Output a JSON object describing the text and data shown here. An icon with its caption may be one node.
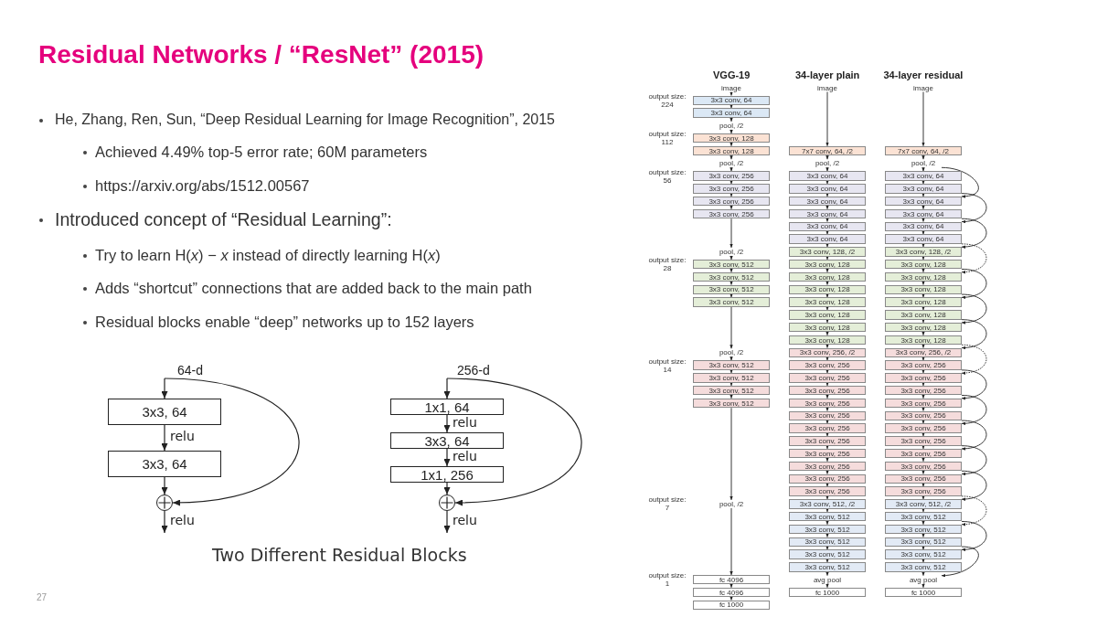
{
  "diagram": {
    "title": "Residual Networks / “ResNet” (2015)",
    "caption": "Two Different Residual Blocks",
    "nodes": [
      {
        "text": [
          "64-d"
        ]
      },
      {
        "text": [
          "3x3, 64"
        ]
      },
      {
        "text": [
          "3x3, 64"
        ]
      },
      {
        "text": [],
        "shape": "circle"
      },
      {
        "text": [
          "256-d"
        ]
      },
      {
        "text": [
          "1x1, 64"
        ]
      },
      {
        "text": [
          "3x3, 64"
        ]
      },
      {
        "text": [
          "1x1, 256"
        ]
      },
      {
        "text": [],
        "shape": "circle"
      },
      {
        "text": [
          "image"
        ]
      },
      {
        "text": [
          "3x3 conv, 64"
        ]
      },
      {
        "text": [
          "3x3 conv, 64"
        ]
      },
      {
        "text": [
          "pool, /2"
        ]
      },
      {
        "text": [
          "3x3 conv, 128"
        ]
      },
      {
        "text": [
          "3x3 conv, 128"
        ]
      },
      {
        "text": [
          "pool, /2"
        ]
      },
      {
        "text": [
          "3x3 conv, 256"
        ]
      },
      {
        "text": [
          "3x3 conv, 256"
        ]
      },
      {
        "text": [
          "3x3 conv, 256"
        ]
      },
      {
        "text": [
          "3x3 conv, 256"
        ]
      },
      {
        "text": [
          "pool, /2"
        ]
      },
      {
        "text": [
          "3x3 conv, 512"
        ]
      },
      {
        "text": [
          "3x3 conv, 512"
        ]
      },
      {
        "text": [
          "3x3 conv, 512"
        ]
      },
      {
        "text": [
          "3x3 conv, 512"
        ]
      },
      {
        "text": [
          "pool, /2"
        ]
      },
      {
        "text": [
          "3x3 conv, 512"
        ]
      },
      {
        "text": [
          "3x3 conv, 512"
        ]
      },
      {
        "text": [
          "3x3 conv, 512"
        ]
      },
      {
        "text": [
          "3x3 conv, 512"
        ]
      },
      {
        "text": [
          "pool, /2"
        ]
      },
      {
        "text": [
          "fc 4096"
        ]
      },
      {
        "text": [
          "fc 4096"
        ]
      },
      {
        "text": [
          "fc 1000"
        ]
      },
      {
        "text": [
          "image"
        ]
      },
      {
        "text": [
          "7x7 conv, 64, /2"
        ]
      },
      {
        "text": [
          "pool, /2"
        ]
      },
      {
        "text": [
          "3x3 conv, 64"
        ]
      },
      {
        "text": [
          "3x3 conv, 64"
        ]
      },
      {
        "text": [
          "3x3 conv, 64"
        ]
      },
      {
        "text": [
          "3x3 conv, 64"
        ]
      },
      {
        "text": [
          "3x3 conv, 64"
        ]
      },
      {
        "text": [
          "3x3 conv, 64"
        ]
      },
      {
        "text": [
          "3x3 conv, 128, /2"
        ]
      },
      {
        "text": [
          "3x3 conv, 128"
        ]
      },
      {
        "text": [
          "3x3 conv, 128"
        ]
      },
      {
        "text": [
          "3x3 conv, 128"
        ]
      },
      {
        "text": [
          "3x3 conv, 128"
        ]
      },
      {
        "text": [
          "3x3 conv, 128"
        ]
      },
      {
        "text": [
          "3x3 conv, 128"
        ]
      },
      {
        "text": [
          "3x3 conv, 128"
        ]
      },
      {
        "text": [
          "3x3 conv, 256, /2"
        ]
      },
      {
        "text": [
          "3x3 conv, 256"
        ]
      },
      {
        "text": [
          "3x3 conv, 256"
        ]
      },
      {
        "text": [
          "3x3 conv, 256"
        ]
      },
      {
        "text": [
          "3x3 conv, 256"
        ]
      },
      {
        "text": [
          "3x3 conv, 256"
        ]
      },
      {
        "text": [
          "3x3 conv, 256"
        ]
      },
      {
        "text": [
          "3x3 conv, 256"
        ]
      },
      {
        "text": [
          "3x3 conv, 256"
        ]
      },
      {
        "text": [
          "3x3 conv, 256"
        ]
      },
      {
        "text": [
          "3x3 conv, 256"
        ]
      },
      {
        "text": [
          "3x3 conv, 256"
        ]
      },
      {
        "text": [
          "3x3 conv, 512, /2"
        ]
      },
      {
        "text": [
          "3x3 conv, 512"
        ]
      },
      {
        "text": [
          "3x3 conv, 512"
        ]
      },
      {
        "text": [
          "3x3 conv, 512"
        ]
      },
      {
        "text": [
          "3x3 conv, 512"
        ]
      },
      {
        "text": [
          "3x3 conv, 512"
        ]
      },
      {
        "text": [
          "avg pool"
        ]
      },
      {
        "text": [
          "fc 1000"
        ]
      },
      {
        "text": [
          "image"
        ]
      },
      {
        "text": [
          "7x7 conv, 64, /2"
        ]
      },
      {
        "text": [
          "pool, /2"
        ]
      },
      {
        "text": [
          "3x3 conv, 64"
        ]
      },
      {
        "text": [
          "3x3 conv, 64"
        ]
      },
      {
        "text": [
          "3x3 conv, 64"
        ]
      },
      {
        "text": [
          "3x3 conv, 64"
        ]
      },
      {
        "text": [
          "3x3 conv, 64"
        ]
      },
      {
        "text": [
          "3x3 conv, 64"
        ]
      },
      {
        "text": [
          "3x3 conv, 128, /2"
        ]
      },
      {
        "text": [
          "3x3 conv, 128"
        ]
      },
      {
        "text": [
          "3x3 conv, 128"
        ]
      },
      {
        "text": [
          "3x3 conv, 128"
        ]
      },
      {
        "text": [
          "3x3 conv, 128"
        ]
      },
      {
        "text": [
          "3x3 conv, 128"
        ]
      },
      {
        "text": [
          "3x3 conv, 128"
        ]
      },
      {
        "text": [
          "3x3 conv, 128"
        ]
      },
      {
        "text": [
          "3x3 conv, 256, /2"
        ]
      },
      {
        "text": [
          "3x3 conv, 256"
        ]
      },
      {
        "text": [
          "3x3 conv, 256"
        ]
      },
      {
        "text": [
          "3x3 conv, 256"
        ]
      },
      {
        "text": [
          "3x3 conv, 256"
        ]
      },
      {
        "text": [
          "3x3 conv, 256"
        ]
      },
      {
        "text": [
          "3x3 conv, 256"
        ]
      },
      {
        "text": [
          "3x3 conv, 256"
        ]
      },
      {
        "text": [
          "3x3 conv, 256"
        ]
      },
      {
        "text": [
          "3x3 conv, 256"
        ]
      },
      {
        "text": [
          "3x3 conv, 256"
        ]
      },
      {
        "text": [
          "3x3 conv, 256"
        ]
      },
      {
        "text": [
          "3x3 conv, 512, /2"
        ]
      },
      {
        "text": [
          "3x3 conv, 512"
        ]
      },
      {
        "text": [
          "3x3 conv, 512"
        ]
      },
      {
        "text": [
          "3x3 conv, 512"
        ]
      },
      {
        "text": [
          "3x3 conv, 512"
        ]
      },
      {
        "text": [
          "3x3 conv, 512"
        ]
      },
      {
        "text": [
          "avg pool"
        ]
      },
      {
        "text": [
          "fc 1000"
        ]
      }
    ],
    "edges": [
      {
        "from": 0,
        "to": 1,
        "arrow": "to"
      },
      {
        "from": 1,
        "to": 2,
        "arrow": "to",
        "label": "relu"
      },
      {
        "from": 2,
        "to": 3,
        "arrow": "to"
      },
      {
        "from": 0,
        "to": 3,
        "arrow": "to"
      },
      {
        "from": 3,
        "to": null,
        "arrow": "to",
        "label": "relu"
      },
      {
        "from": 4,
        "to": 5,
        "arrow": "to"
      },
      {
        "from": 5,
        "to": 6,
        "arrow": "to",
        "label": "relu"
      },
      {
        "from": 6,
        "to": 7,
        "arrow": "to",
        "label": "relu"
      },
      {
        "from": 7,
        "to": 8,
        "arrow": "to"
      },
      {
        "from": 4,
        "to": 8,
        "arrow": "to"
      },
      {
        "from": 8,
        "to": null,
        "arrow": "to",
        "label": "relu"
      },
      {
        "from": 9,
        "to": 10,
        "arrow": "to"
      },
      {
        "from": 10,
        "to": 11,
        "arrow": "to"
      },
      {
        "from": 11,
        "to": 12,
        "arrow": "to"
      },
      {
        "from": 12,
        "to": 13,
        "arrow": "to"
      },
      {
        "from": 13,
        "to": 14,
        "arrow": "to"
      },
      {
        "from": 14,
        "to": 15,
        "arrow": "to"
      },
      {
        "from": 15,
        "to": 16,
        "arrow": "to"
      },
      {
        "from": 16,
        "to": 17,
        "arrow": "to"
      },
      {
        "from": 17,
        "to": 18,
        "arrow": "to"
      },
      {
        "from": 18,
        "to": 19,
        "arrow": "to"
      },
      {
        "from": 19,
        "to": 20,
        "arrow": "to"
      },
      {
        "from": 20,
        "to": 21,
        "arrow": "to"
      },
      {
        "from": 21,
        "to": 22,
        "arrow": "to"
      },
      {
        "from": 22,
        "to": 23,
        "arrow": "to"
      },
      {
        "from": 23,
        "to": 24,
        "arrow": "to"
      },
      {
        "from": 24,
        "to": 25,
        "arrow": "to"
      },
      {
        "from": 25,
        "to": 26,
        "arrow": "to"
      },
      {
        "from": 26,
        "to": 27,
        "arrow": "to"
      },
      {
        "from": 27,
        "to": 28,
        "arrow": "to"
      },
      {
        "from": 28,
        "to": 29,
        "arrow": "to"
      },
      {
        "from": 29,
        "to": 30,
        "arrow": "to"
      },
      {
        "from": 30,
        "to": 31,
        "arrow": "to"
      },
      {
        "from": 31,
        "to": 32,
        "arrow": "to"
      },
      {
        "from": 32,
        "to": 33,
        "arrow": "to"
      },
      {
        "from": 34,
        "to": 35,
        "arrow": "to"
      },
      {
        "from": 35,
        "to": 36,
        "arrow": "to"
      },
      {
        "from": 36,
        "to": 37,
        "arrow": "to"
      },
      {
        "from": 37,
        "to": 38,
        "arrow": "to"
      },
      {
        "from": 38,
        "to": 39,
        "arrow": "to"
      },
      {
        "from": 39,
        "to": 40,
        "arrow": "to"
      },
      {
        "from": 40,
        "to": 41,
        "arrow": "to"
      },
      {
        "from": 41,
        "to": 42,
        "arrow": "to"
      },
      {
        "from": 42,
        "to": 43,
        "arrow": "to"
      },
      {
        "from": 43,
        "to": 44,
        "arrow": "to"
      },
      {
        "from": 44,
        "to": 45,
        "arrow": "to"
      },
      {
        "from": 45,
        "to": 46,
        "arrow": "to"
      },
      {
        "from": 46,
        "to": 47,
        "arrow": "to"
      },
      {
        "from": 47,
        "to": 48,
        "arrow": "to"
      },
      {
        "from": 48,
        "to": 49,
        "arrow": "to"
      },
      {
        "from": 49,
        "to": 50,
        "arrow": "to"
      },
      {
        "from": 50,
        "to": 51,
        "arrow": "to"
      },
      {
        "from": 51,
        "to": 52,
        "arrow": "to"
      },
      {
        "from": 52,
        "to": 53,
        "arrow": "to"
      },
      {
        "from": 53,
        "to": 54,
        "arrow": "to"
      },
      {
        "from": 54,
        "to": 55,
        "arrow": "to"
      },
      {
        "from": 55,
        "to": 56,
        "arrow": "to"
      },
      {
        "from": 56,
        "to": 57,
        "arrow": "to"
      },
      {
        "from": 57,
        "to": 58,
        "arrow": "to"
      },
      {
        "from": 58,
        "to": 59,
        "arrow": "to"
      },
      {
        "from": 59,
        "to": 60,
        "arrow": "to"
      },
      {
        "from": 60,
        "to": 61,
        "arrow": "to"
      },
      {
        "from": 61,
        "to": 62,
        "arrow": "to"
      },
      {
        "from": 62,
        "to": 63,
        "arrow": "to"
      },
      {
        "from": 63,
        "to": 64,
        "arrow": "to"
      },
      {
        "from": 64,
        "to": 65,
        "arrow": "to"
      },
      {
        "from": 65,
        "to": 66,
        "arrow": "to"
      },
      {
        "from": 66,
        "to": 67,
        "arrow": "to"
      },
      {
        "from": 67,
        "to": 68,
        "arrow": "to"
      },
      {
        "from": 68,
        "to": 69,
        "arrow": "to"
      },
      {
        "from": 69,
        "to": 70,
        "arrow": "to"
      },
      {
        "from": 71,
        "to": 72,
        "arrow": "to"
      },
      {
        "from": 72,
        "to": 73,
        "arrow": "to"
      },
      {
        "from": 73,
        "to": 74,
        "arrow": "to"
      },
      {
        "from": 74,
        "to": 75,
        "arrow": "to"
      },
      {
        "from": 75,
        "to": 76,
        "arrow": "to"
      },
      {
        "from": 76,
        "to": 77,
        "arrow": "to"
      },
      {
        "from": 77,
        "to": 78,
        "arrow": "to"
      },
      {
        "from": 78,
        "to": 79,
        "arrow": "to"
      },
      {
        "from": 79,
        "to": 80,
        "arrow": "to"
      },
      {
        "from": 80,
        "to": 81,
        "arrow": "to"
      },
      {
        "from": 81,
        "to": 82,
        "arrow": "to"
      },
      {
        "from": 82,
        "to": 83,
        "arrow": "to"
      },
      {
        "from": 83,
        "to": 84,
        "arrow": "to"
      },
      {
        "from": 84,
        "to": 85,
        "arrow": "to"
      },
      {
        "from": 85,
        "to": 86,
        "arrow": "to"
      },
      {
        "from": 86,
        "to": 87,
        "arrow": "to"
      },
      {
        "from": 87,
        "to": 88,
        "arrow": "to"
      },
      {
        "from": 88,
        "to": 89,
        "arrow": "to"
      },
      {
        "from": 89,
        "to": 90,
        "arrow": "to"
      },
      {
        "from": 90,
        "to": 91,
        "arrow": "to"
      },
      {
        "from": 91,
        "to": 92,
        "arrow": "to"
      },
      {
        "from": 92,
        "to": 93,
        "arrow": "to"
      },
      {
        "from": 93,
        "to": 94,
        "arrow": "to"
      },
      {
        "from": 94,
        "to": 95,
        "arrow": "to"
      },
      {
        "from": 95,
        "to": 96,
        "arrow": "to"
      },
      {
        "from": 96,
        "to": 97,
        "arrow": "to"
      },
      {
        "from": 97,
        "to": 98,
        "arrow": "to"
      },
      {
        "from": 98,
        "to": 99,
        "arrow": "to"
      },
      {
        "from": 99,
        "to": 100,
        "arrow": "to"
      },
      {
        "from": 100,
        "to": 101,
        "arrow": "to"
      },
      {
        "from": 101,
        "to": 102,
        "arrow": "to"
      },
      {
        "from": 102,
        "to": 103,
        "arrow": "to"
      },
      {
        "from": 103,
        "to": 104,
        "arrow": "to"
      },
      {
        "from": 104,
        "to": 105,
        "arrow": "to"
      },
      {
        "from": 105,
        "to": 106,
        "arrow": "to"
      },
      {
        "from": 106,
        "to": 107,
        "arrow": "to"
      },
      {
        "from": 73,
        "to": 76,
        "arrow": "to"
      },
      {
        "from": 75,
        "to": 78,
        "arrow": "to"
      },
      {
        "from": 77,
        "to": 80,
        "arrow": "to"
      },
      {
        "from": 79,
        "to": 82,
        "arrow": "to",
        "style": "dashed"
      },
      {
        "from": 81,
        "to": 84,
        "arrow": "to"
      },
      {
        "from": 83,
        "to": 86,
        "arrow": "to"
      },
      {
        "from": 85,
        "to": 88,
        "arrow": "to"
      },
      {
        "from": 87,
        "to": 90,
        "arrow": "to",
        "style": "dashed"
      },
      {
        "from": 89,
        "to": 92,
        "arrow": "to"
      },
      {
        "from": 91,
        "to": 94,
        "arrow": "to"
      },
      {
        "from": 93,
        "to": 96,
        "arrow": "to"
      },
      {
        "from": 95,
        "to": 98,
        "arrow": "to"
      },
      {
        "from": 97,
        "to": 100,
        "arrow": "to"
      },
      {
        "from": 99,
        "to": 102,
        "arrow": "to",
        "style": "dashed"
      },
      {
        "from": 101,
        "to": 104,
        "arrow": "to"
      },
      {
        "from": 103,
        "to": 106,
        "arrow": "to"
      }
    ],
    "labels": [
      "He, Zhang, Ren, Sun, “Deep Residual Learning for Image Recognition”, 2015",
      "Achieved 4.49% top-5 error rate; 60M parameters",
      "https://arxiv.org/abs/1512.00567",
      "Introduced concept of “Residual Learning”:",
      "Try to learn H(*x*) − *x* instead of directly learning H(*x*)",
      "Adds “shortcut” connections that are added back to the main path",
      "Residual blocks enable “deep” networks up to 152 layers",
      "VGG-19",
      "34-layer plain",
      "34-layer residual",
      "output size: 224",
      "output size: 112",
      "output size: 56",
      "output size: 28",
      "output size: 14",
      "output size: 7",
      "output size: 1",
      "27"
    ]
  }
}
